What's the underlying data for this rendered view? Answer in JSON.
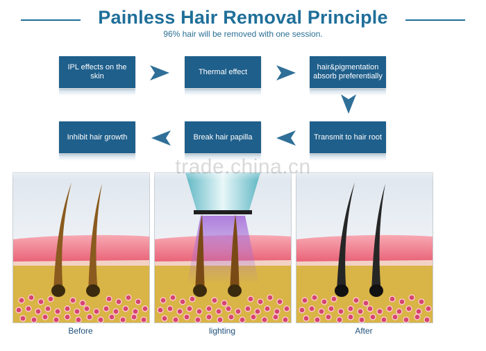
{
  "header": {
    "title": "Painless Hair Removal Principle",
    "subtitle": "96% hair will be removed with one session."
  },
  "flow": {
    "steps": [
      {
        "label": "IPL effects on the skin"
      },
      {
        "label": "Thermal effect"
      },
      {
        "label": "hair&pigmentation absorb preferentially"
      },
      {
        "label": "Transmit to hair root"
      },
      {
        "label": "Break hair papilla"
      },
      {
        "label": "Inhibit hair growth"
      }
    ]
  },
  "watermark": "trade.china.cn",
  "panels": [
    {
      "label": "Before"
    },
    {
      "label": "lighting"
    },
    {
      "label": "After"
    }
  ],
  "colors": {
    "accent": "#1f5f8b",
    "title": "#1f6f99",
    "skin_pink": "#ef6f7e",
    "dermis": "#ddb94a",
    "cells": "#d6456f",
    "hair_before": "#8a5a1e",
    "hair_after": "#2b2b2b"
  }
}
